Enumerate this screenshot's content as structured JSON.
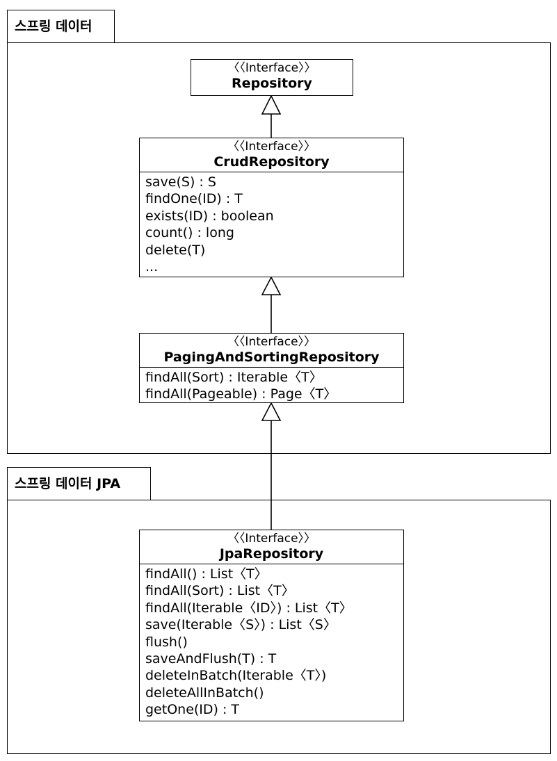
{
  "packages": {
    "spring_data": {
      "label": "스프링 데이터"
    },
    "spring_data_jpa": {
      "label": "스프링 데이터 JPA"
    }
  },
  "classes": {
    "repository": {
      "stereotype": "〈〈Interface〉〉",
      "name": "Repository",
      "members": []
    },
    "crud_repository": {
      "stereotype": "〈〈Interface〉〉",
      "name": "CrudRepository",
      "members": [
        "save(S) : S",
        "findOne(ID) : T",
        "exists(ID) : boolean",
        "count() : long",
        "delete(T)",
        "..."
      ]
    },
    "paging_and_sorting_repository": {
      "stereotype": "〈〈Interface〉〉",
      "name": "PagingAndSortingRepository",
      "members": [
        "findAll(Sort) : Iterable〈T〉",
        "findAll(Pageable) : Page〈T〉"
      ]
    },
    "jpa_repository": {
      "stereotype": "〈〈Interface〉〉",
      "name": "JpaRepository",
      "members": [
        "findAll() : List〈T〉",
        "findAll(Sort) : List〈T〉",
        "findAll(Iterable〈ID〉) : List〈T〉",
        "save(Iterable〈S〉) : List〈S〉",
        "flush()",
        "saveAndFlush(T) : T",
        "deleteInBatch(Iterable〈T〉)",
        "deleteAllInBatch()",
        "getOne(ID) : T"
      ]
    }
  },
  "relations": [
    {
      "type": "generalization",
      "from": "CrudRepository",
      "to": "Repository"
    },
    {
      "type": "generalization",
      "from": "PagingAndSortingRepository",
      "to": "CrudRepository"
    },
    {
      "type": "generalization",
      "from": "JpaRepository",
      "to": "PagingAndSortingRepository"
    }
  ]
}
